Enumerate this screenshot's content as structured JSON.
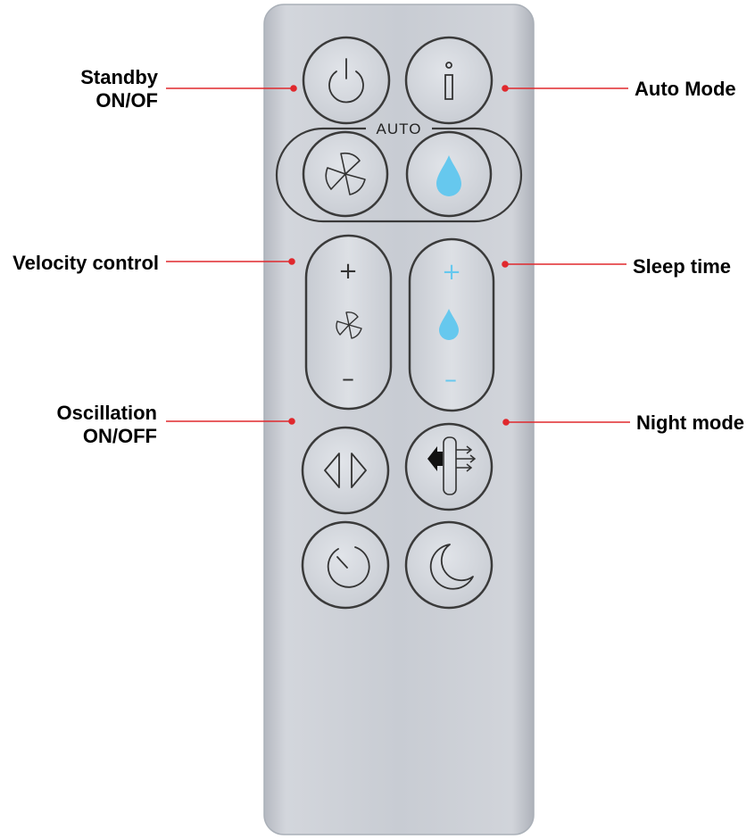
{
  "labels": {
    "standby": [
      "Standby",
      "ON/OF"
    ],
    "auto_mode": "Auto Mode",
    "velocity": "Velocity control",
    "sleep_time": "Sleep time",
    "oscillation": [
      "Oscillation",
      "ON/OFF"
    ],
    "night_mode": "Night mode"
  },
  "remote": {
    "auto_text": "AUTO",
    "plus_symbol": "+",
    "minus_symbol": "–"
  },
  "colors": {
    "body": "#c9cdd4",
    "button": "#d5d9df",
    "outline": "#3a3a3a",
    "callout_line": "#e0282d",
    "accent_blue": "#66c8ee"
  },
  "icons": {
    "power": "power-icon",
    "info": "info-icon",
    "fan": "fan-icon",
    "drop": "water-drop-icon",
    "oscillate": "oscillation-icon",
    "airflow": "airflow-direction-icon",
    "timer": "timer-icon",
    "moon": "moon-icon"
  }
}
